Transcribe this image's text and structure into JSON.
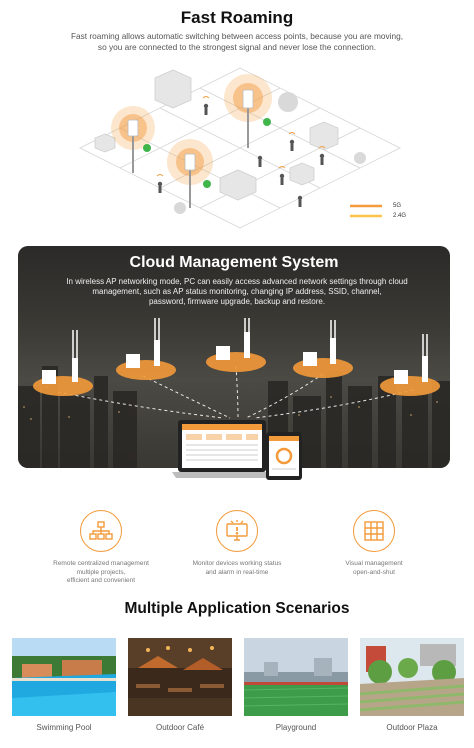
{
  "fast_roaming": {
    "title": "Fast Roaming",
    "description_line1": "Fast roaming allows automatic switching between access points, because you are moving,",
    "description_line2": "so you are connected to the strongest signal and never lose the connection.",
    "legend": [
      {
        "label": "5G",
        "color": "#f39a3a"
      },
      {
        "label": "2.4G",
        "color": "#ffc24a"
      }
    ]
  },
  "cloud": {
    "title": "Cloud Management System",
    "description_line1": "In wireless AP networking mode, PC can easily access advanced network settings through cloud",
    "description_line2": "management, such as AP status monitoring, changing IP address, SSID, channel,",
    "description_line3": "password, firmware upgrade, backup and restore."
  },
  "features": [
    {
      "icon": "network-topology-icon",
      "line1": "Remote centralized management",
      "line2": "multiple projects,",
      "line3": "efficient and convenient"
    },
    {
      "icon": "monitor-alarm-icon",
      "line1": "Monitor devices working status",
      "line2": "and alarm in real-time",
      "line3": ""
    },
    {
      "icon": "grid-visual-icon",
      "line1": "Visual management",
      "line2": "open-and-shut",
      "line3": ""
    }
  ],
  "scenarios": {
    "title": "Multiple Application Scenarios",
    "items": [
      {
        "label": "Swimming Pool"
      },
      {
        "label": "Outdoor Café"
      },
      {
        "label": "Playground"
      },
      {
        "label": "Outdoor Plaza"
      }
    ]
  },
  "colors": {
    "accent": "#f39a3a",
    "accent_light": "#ffc24a",
    "signal_green": "#3fb54a"
  }
}
